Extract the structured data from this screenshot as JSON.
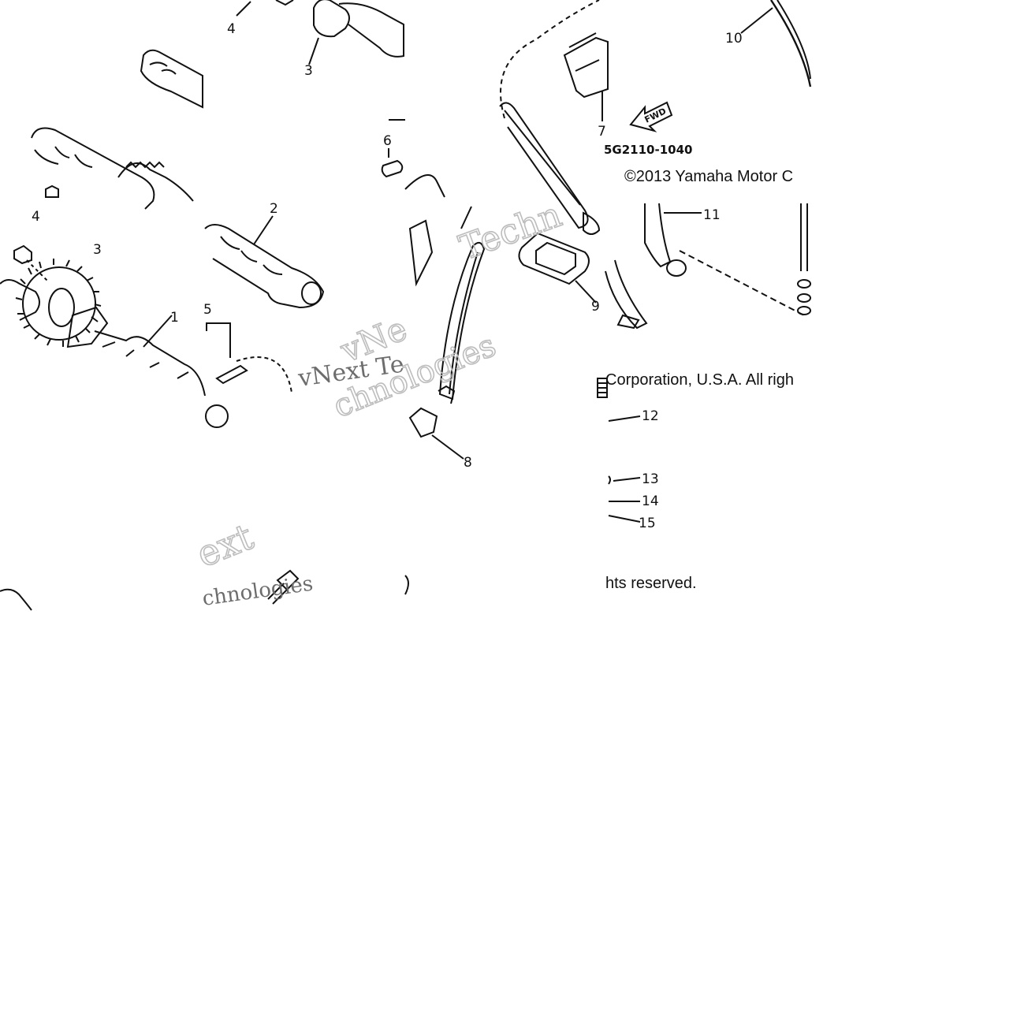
{
  "diagram": {
    "callouts": [
      "1",
      "2",
      "3",
      "4",
      "5",
      "6",
      "7",
      "8",
      "9",
      "10",
      "11",
      "12",
      "13",
      "14",
      "15"
    ],
    "callouts_repeat": {
      "3b": "3",
      "4b": "4"
    },
    "diagram_code": "5G2110-1040",
    "fwd_label": "FWD",
    "copyright_line1": "©2013 Yamaha Motor C",
    "copyright_line2": "Corporation, U.S.A. All righ",
    "copyright_line3": "hts reserved.",
    "watermark_text_a": "vNext Te",
    "watermark_text_b": "chnologies",
    "watermark_text_c": "Techn",
    "watermark_text_d": "ext",
    "watermark_text_e": "vNe"
  }
}
